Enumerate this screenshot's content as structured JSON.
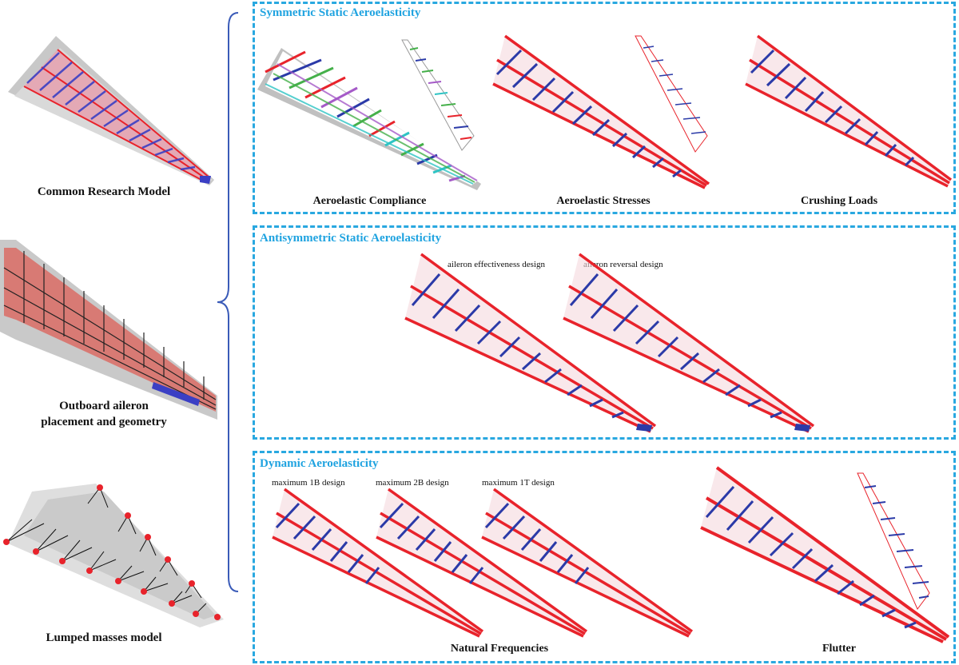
{
  "left_models": {
    "crm_label": "Common Research Model",
    "aileron_label_line1": "Outboard aileron",
    "aileron_label_line2": "placement and geometry",
    "lumped_label": "Lumped masses model"
  },
  "panels": {
    "symmetric": {
      "title": "Symmetric Static Aeroelasticity",
      "captions": [
        "Aeroelastic Compliance",
        "Aeroelastic Stresses",
        "Crushing Loads"
      ]
    },
    "antisymmetric": {
      "title": "Antisymmetric Static Aeroelasticity",
      "designs": [
        "aileron effectiveness design",
        "aileron reversal design"
      ]
    },
    "dynamic": {
      "title": "Dynamic Aeroelasticity",
      "designs": [
        "maximum 1B design",
        "maximum 2B design",
        "maximum 1T design"
      ],
      "captions": [
        "Natural Frequencies",
        "Flutter"
      ]
    }
  },
  "colors": {
    "panel_border": "#29a8e0",
    "panel_title": "#1fa3e0",
    "spar_red": "#e8232b",
    "rib_blue": "#2b3aa8",
    "brace": "#3a5bb8"
  }
}
